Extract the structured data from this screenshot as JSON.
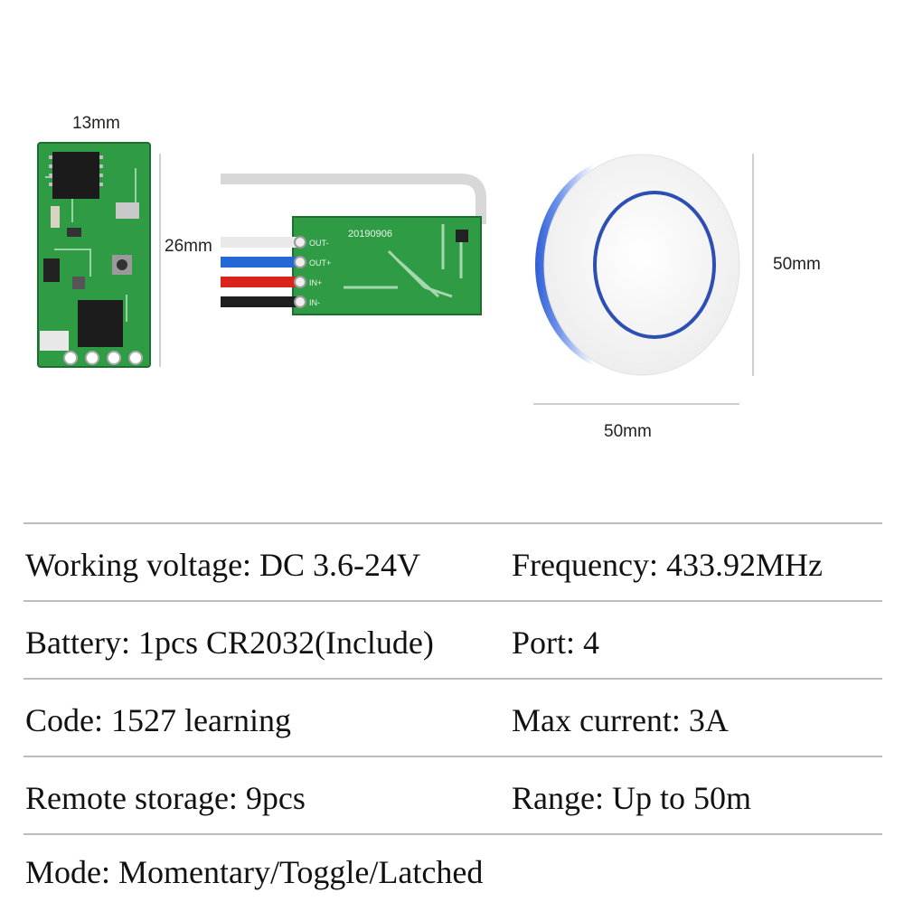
{
  "dimensions": {
    "receiver_width": "13mm",
    "receiver_length": "26mm",
    "remote_height": "50mm",
    "remote_width": "50mm"
  },
  "pcb": {
    "silkscreen_date": "20190906",
    "pins": [
      "OUT-",
      "OUT+",
      "IN+",
      "IN-"
    ]
  },
  "colors": {
    "pcb_green": "#2f9c45",
    "remote_ring": "#2f5fd6",
    "wire_white": "#e9e9e9",
    "wire_blue": "#2468d6",
    "wire_red": "#d9241c",
    "wire_black": "#1e1e1e"
  },
  "specs": [
    {
      "left": "Working voltage: DC 3.6-24V",
      "right": "Frequency: 433.92MHz"
    },
    {
      "left": "Battery: 1pcs CR2032(Include)",
      "right": "Port: 4"
    },
    {
      "left": "Code: 1527 learning",
      "right": "Max current: 3A"
    },
    {
      "left": "Remote storage: 9pcs",
      "right": "Range: Up to 50m"
    },
    {
      "left": "Mode: Momentary/Toggle/Latched",
      "right": ""
    }
  ]
}
